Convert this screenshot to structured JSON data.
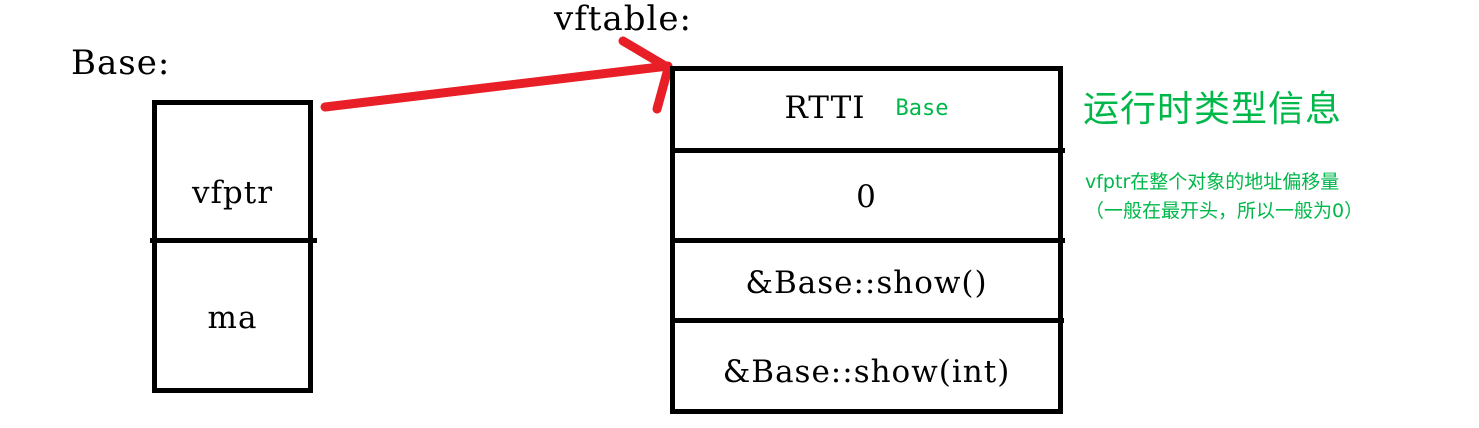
{
  "diagram": {
    "title_labels": {
      "object_label": "Base:",
      "vftable_label": "vftable:"
    },
    "colors": {
      "ink": "#000000",
      "arrow_red": "#E81F26",
      "annotation_green": "#00B84A",
      "background": "#FFFFFF"
    },
    "object_box": {
      "name": "Base object layout",
      "cells": [
        {
          "label": "vfptr"
        },
        {
          "label": "ma"
        }
      ]
    },
    "arrow": {
      "icon": "arrow-right-up-icon",
      "from_label": "vfptr",
      "to_label": "vftable"
    },
    "vftable": {
      "name": "vftable",
      "rows": [
        {
          "label": "RTTI",
          "tag": "Base"
        },
        {
          "label": "0",
          "tag": ""
        },
        {
          "label": "&Base::show()",
          "tag": ""
        },
        {
          "label": "&Base::show(int)",
          "tag": ""
        }
      ]
    },
    "annotations": {
      "rtti_note": "运行时类型信息",
      "offset_note_line1": "vfptr在整个对象的地址偏移量",
      "offset_note_line2": "（一般在最开头，所以一般为0）"
    }
  }
}
